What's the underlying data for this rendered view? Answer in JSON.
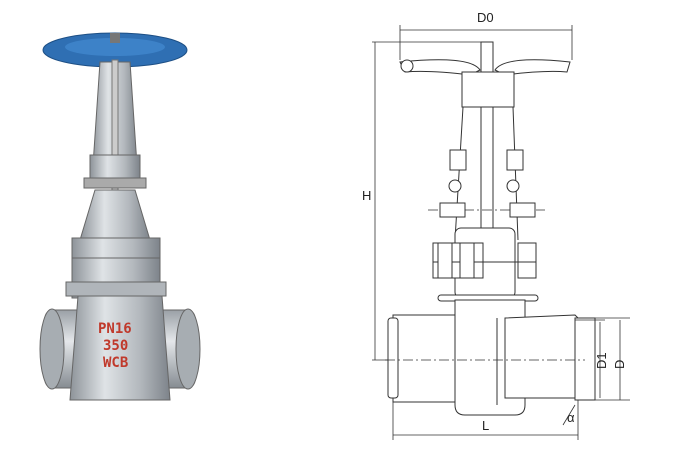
{
  "photo": {
    "body_markings": [
      "PN16",
      "350",
      "WCB"
    ]
  },
  "drawing": {
    "labels": {
      "handwheel_diameter": "D0",
      "height": "H",
      "bore_diameter": "D1",
      "end_diameter": "D",
      "length": "L",
      "bevel_angle": "α"
    }
  },
  "colors": {
    "handwheel": "#2f6fb3",
    "body": "#b9bec4"
  }
}
